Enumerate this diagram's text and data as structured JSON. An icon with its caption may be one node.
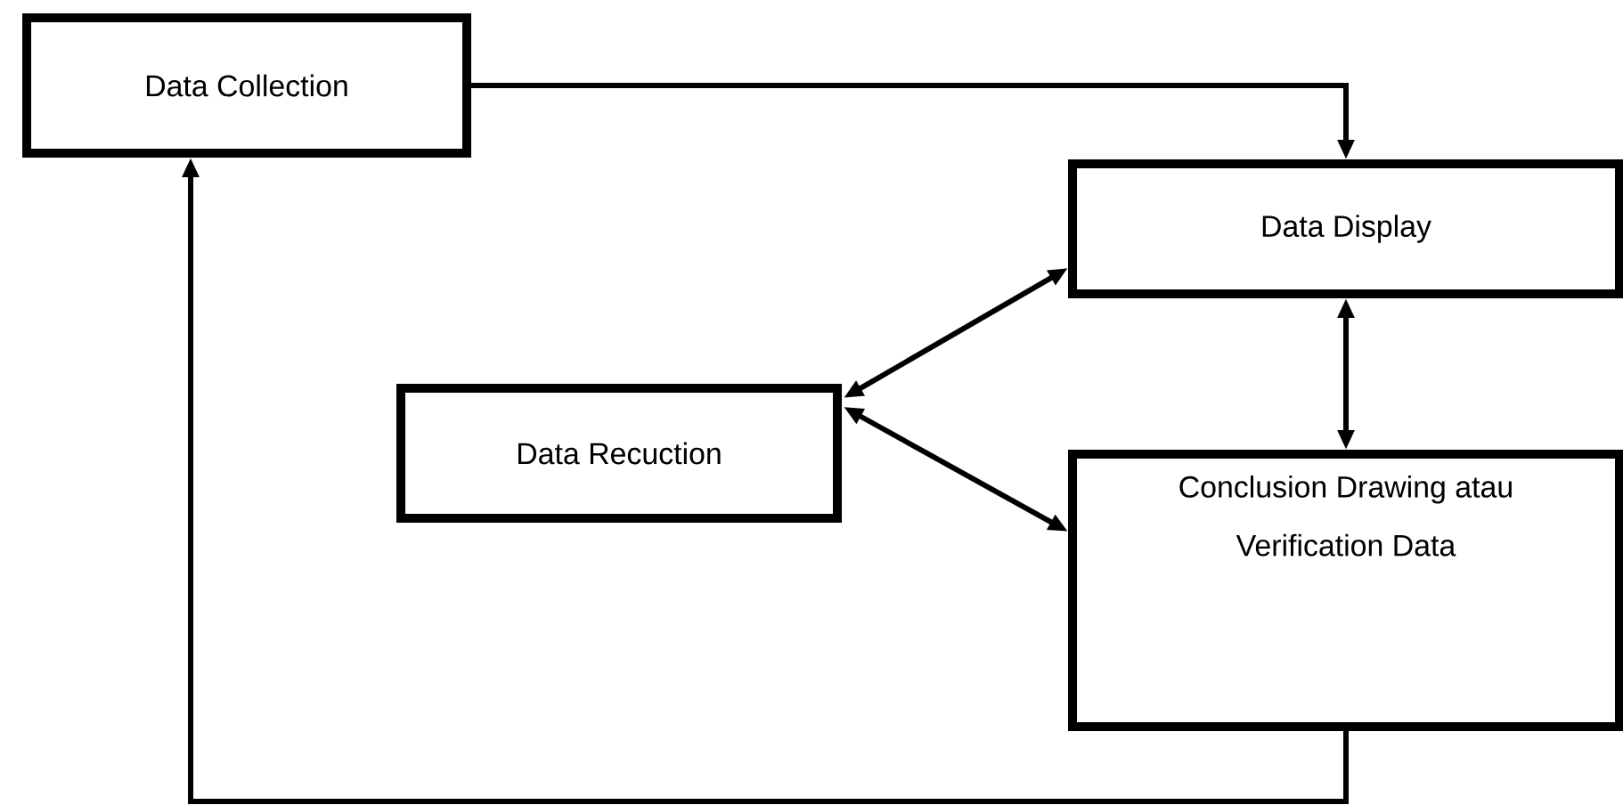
{
  "diagram": {
    "nodes": [
      {
        "text": [
          "Data Collection"
        ]
      },
      {
        "text": [
          "Data Display"
        ]
      },
      {
        "text": [
          "Data Recuction"
        ]
      },
      {
        "text": [
          "Conclusion Drawing atau Verification Data"
        ]
      }
    ],
    "edges": [
      {
        "from": 0,
        "to": 1,
        "arrow": "to"
      },
      {
        "from": 1,
        "to": 3,
        "arrow": "both"
      },
      {
        "from": 2,
        "to": 1,
        "arrow": "both"
      },
      {
        "from": 2,
        "to": 3,
        "arrow": "both"
      },
      {
        "from": 3,
        "to": 0,
        "arrow": "to"
      }
    ]
  }
}
